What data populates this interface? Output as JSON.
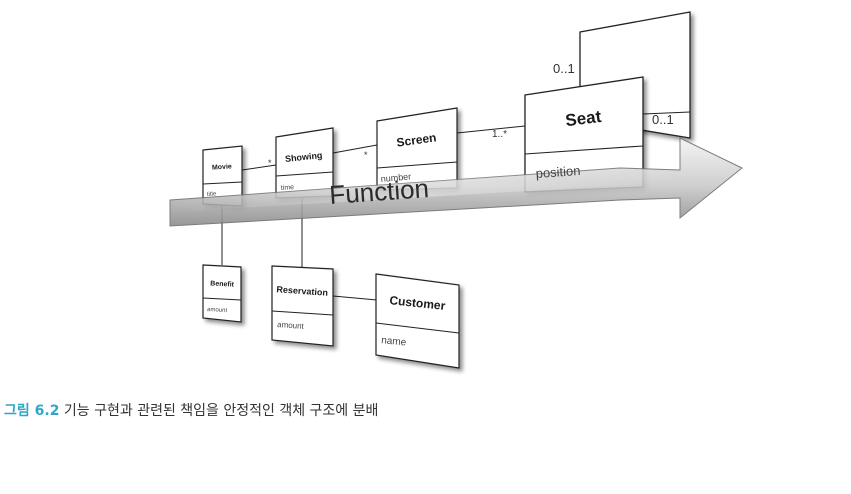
{
  "colors": {
    "caption_accent": "#2aa8c8",
    "caption_text": "#333333",
    "arrow_top": "#f5f5f5",
    "arrow_bottom": "#8c8c8c"
  },
  "arrow": {
    "label": "Function"
  },
  "classes": {
    "movie": {
      "name": "Movie",
      "attr": "title"
    },
    "showing": {
      "name": "Showing",
      "attr": "time"
    },
    "screen": {
      "name": "Screen",
      "attr": "number"
    },
    "seat": {
      "name": "Seat",
      "attr": "position"
    },
    "benefit": {
      "name": "Benefit",
      "attr": "amount"
    },
    "reservation": {
      "name": "Reservation",
      "attr": "amount"
    },
    "customer": {
      "name": "Customer",
      "attr": "name"
    }
  },
  "multiplicities": {
    "movie_showing": "*",
    "showing_screen": "*",
    "screen_seat": "1..*",
    "seat_self_top": "0..1",
    "seat_self_right": "0..1"
  },
  "caption": {
    "figure_label": "그림 6.2",
    "text": " 기능 구현과 관련된 책임을 안정적인 객체 구조에 분배"
  }
}
